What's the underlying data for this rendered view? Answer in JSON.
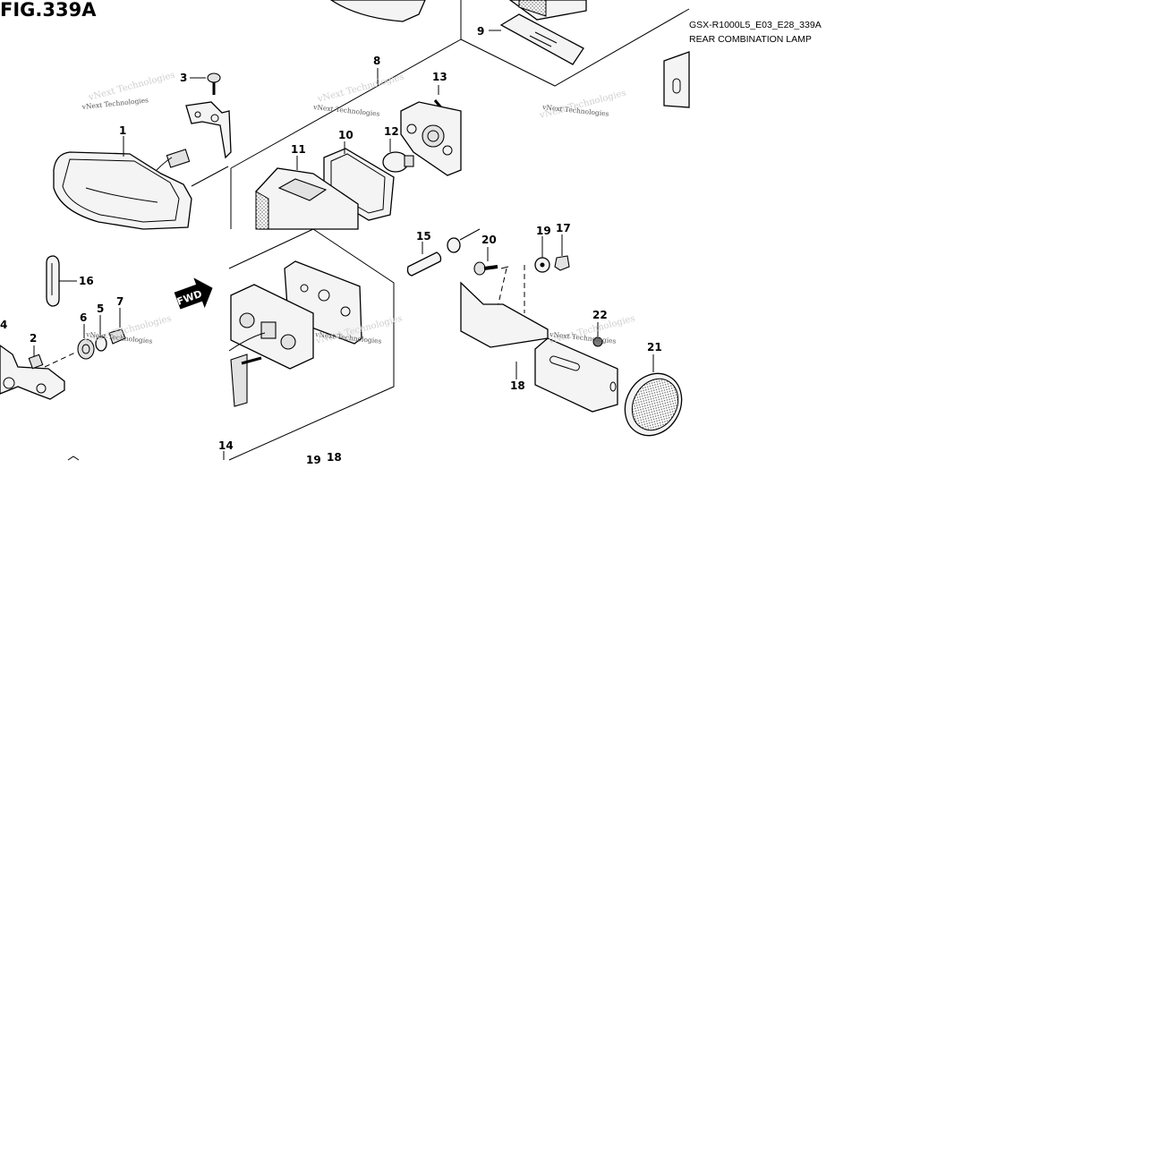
{
  "figure": {
    "title": "FIG.339A",
    "code": "GSX-R1000L5_E03_E28_339A",
    "name": "REAR COMBINATION LAMP"
  },
  "fwd_label": "FWD",
  "watermark": "vNext Technologies",
  "callouts": [
    {
      "id": "c1",
      "label": "1"
    },
    {
      "id": "c2",
      "label": "2"
    },
    {
      "id": "c3",
      "label": "3"
    },
    {
      "id": "c4",
      "label": "4"
    },
    {
      "id": "c5",
      "label": "5"
    },
    {
      "id": "c6",
      "label": "6"
    },
    {
      "id": "c7",
      "label": "7"
    },
    {
      "id": "c8",
      "label": "8"
    },
    {
      "id": "c9",
      "label": "9"
    },
    {
      "id": "c10",
      "label": "10"
    },
    {
      "id": "c11",
      "label": "11"
    },
    {
      "id": "c12",
      "label": "12"
    },
    {
      "id": "c13",
      "label": "13"
    },
    {
      "id": "c14",
      "label": "14"
    },
    {
      "id": "c15",
      "label": "15"
    },
    {
      "id": "c16",
      "label": "16"
    },
    {
      "id": "c17",
      "label": "17"
    },
    {
      "id": "c18",
      "label": "18"
    },
    {
      "id": "c19a",
      "label": "19"
    },
    {
      "id": "c19b",
      "label": "19"
    },
    {
      "id": "c20",
      "label": "20"
    },
    {
      "id": "c21",
      "label": "21"
    },
    {
      "id": "c22",
      "label": "22"
    },
    {
      "id": "c18b",
      "label": "18"
    }
  ]
}
